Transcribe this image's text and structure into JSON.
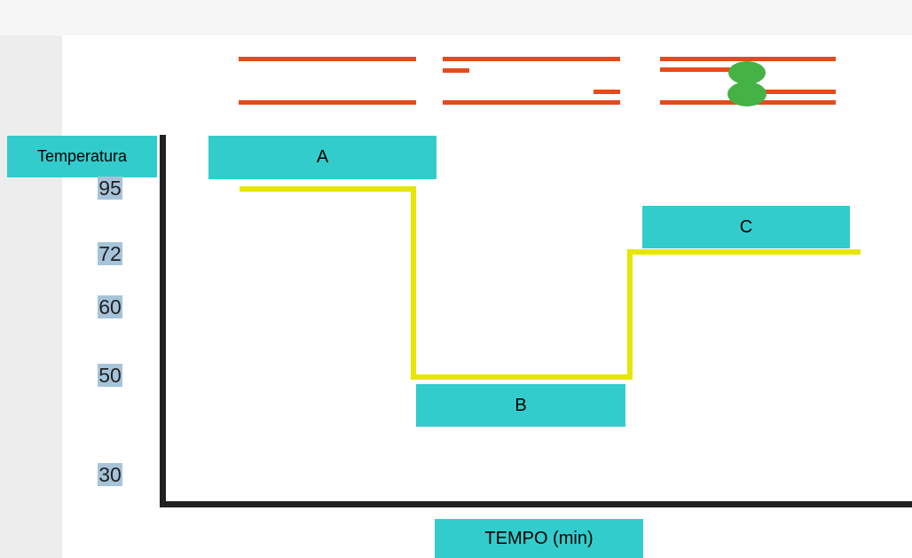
{
  "axis": {
    "y_label": "Temperatura",
    "x_label": "TEMPO (min)",
    "y_ticks": [
      "95",
      "72",
      "60",
      "50",
      "30"
    ]
  },
  "steps": [
    {
      "id": "A",
      "label": "A",
      "temperature": 95
    },
    {
      "id": "B",
      "label": "B",
      "temperature": 50
    },
    {
      "id": "C",
      "label": "C",
      "temperature": 72
    }
  ],
  "dna_states": [
    {
      "state": "double-strand"
    },
    {
      "state": "separated-with-primers"
    },
    {
      "state": "polymerase-bound",
      "marker_icon": "polymerase-icon"
    }
  ],
  "colors": {
    "label_box": "#33cccc",
    "temperature_line": "#e6e600",
    "dna_strand": "#e64a19",
    "polymerase": "#44b244",
    "tick_highlight": "#a6c4d9",
    "axis": "#222222"
  }
}
